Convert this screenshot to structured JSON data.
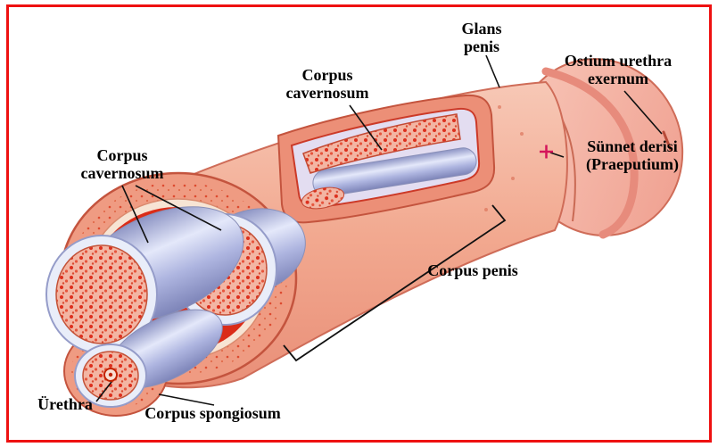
{
  "figure": {
    "labels": {
      "glans_penis": "Glans\npenis",
      "ostium_urethra": "Ostium urethra\nexernum",
      "corpus_cavernosum_top": "Corpus\ncavernosum",
      "corpus_cavernosum_left": "Corpus\ncavernosum",
      "praeputium": "Sünnet derisi\n(Praeputium)",
      "corpus_penis": "Corpus penis",
      "urethra": "Ürethra",
      "corpus_spongiosum": "Corpus spongiosum"
    },
    "colors": {
      "frame_red": "#ee1111",
      "skin_pink": "#f2a990",
      "tissue_red": "#da2c18",
      "tube_blue": "#aeb5e0",
      "marker_crimson": "#d4145a",
      "label_black": "#000000"
    }
  }
}
